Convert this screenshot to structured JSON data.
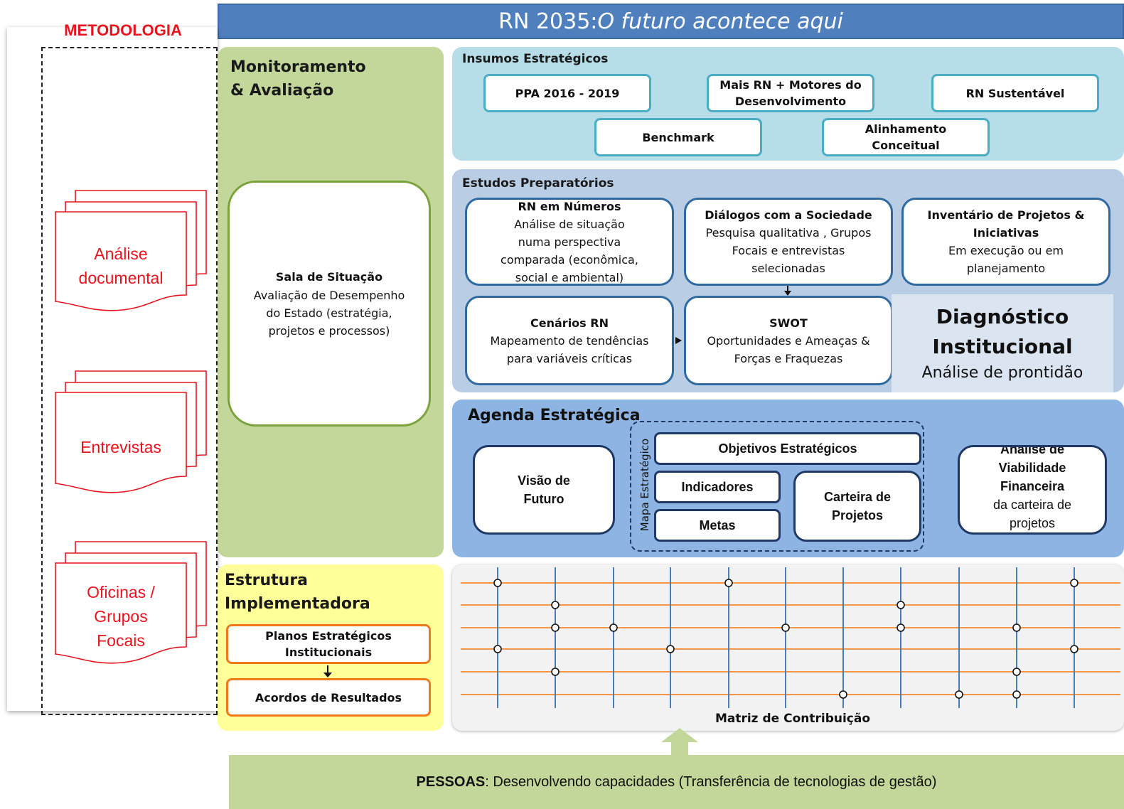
{
  "banner_title": "RN 2035: ",
  "banner_title_italic": "O futuro acontece aqui",
  "metodologia": {
    "title": "METODOLOGIA",
    "items": [
      "Análise\ndocumental",
      "Entrevistas",
      "Oficinas /\nGrupos\nFocais"
    ]
  },
  "monitoramento": {
    "title": "Monitoramento\n& Avaliação",
    "sala_title": "Sala de Situação",
    "sala_text": "Avaliação de Desempenho\ndo Estado (estratégia,\nprojetos e processos)"
  },
  "estrutura": {
    "title": "Estrutura\nImplementadora",
    "planos": "Planos Estratégicos\nInstitucionais",
    "acordos": "Acordos de Resultados"
  },
  "insumos": {
    "title": "Insumos Estratégicos",
    "ppa": "PPA 2016 - 2019",
    "mais_rn": "Mais RN + Motores do\nDesenvolvimento",
    "sustentavel": "RN Sustentável",
    "benchmark": "Benchmark",
    "alinhamento": "Alinhamento\nConceitual"
  },
  "estudos": {
    "title": "Estudos Preparatórios",
    "rn_numeros_title": "RN em Números",
    "rn_numeros_text": "Análise de situação\nnuma perspectiva\ncomparada (econômica,\nsocial e ambiental)",
    "dialogos_title": "Diálogos com a Sociedade",
    "dialogos_text": "Pesquisa qualitativa , Grupos\nFocais e entrevistas\nselecionadas",
    "inventario_title": "Inventário de Projetos &\nIniciativas",
    "inventario_text": "Em execução ou em\nplanejamento",
    "cenarios_title": "Cenários RN",
    "cenarios_text": "Mapeamento de tendências\npara variáveis críticas",
    "swot_title": "SWOT",
    "swot_text": "Oportunidades e Ameaças &\nForças e Fraquezas",
    "diagnostico_title": "Diagnóstico\nInstitucional",
    "diagnostico_text": "Análise de prontidão"
  },
  "agenda": {
    "title": "Agenda Estratégica",
    "visao": "Visão de\nFuturo",
    "mapa_label": "Mapa Estratégico",
    "objetivos": "Objetivos Estratégicos",
    "indicadores": "Indicadores",
    "metas": "Metas",
    "carteira": "Carteira de\nProjetos",
    "analise_bold": "Análise de\nViabilidade\nFinanceira",
    "analise_text": "da carteira de\nprojetos"
  },
  "matriz": {
    "label": "Matriz de Contribuição"
  },
  "pessoas": {
    "bold": "PESSOAS",
    "text": ": Desenvolvendo capacidades (Transferência de tecnologias de gestão)"
  }
}
